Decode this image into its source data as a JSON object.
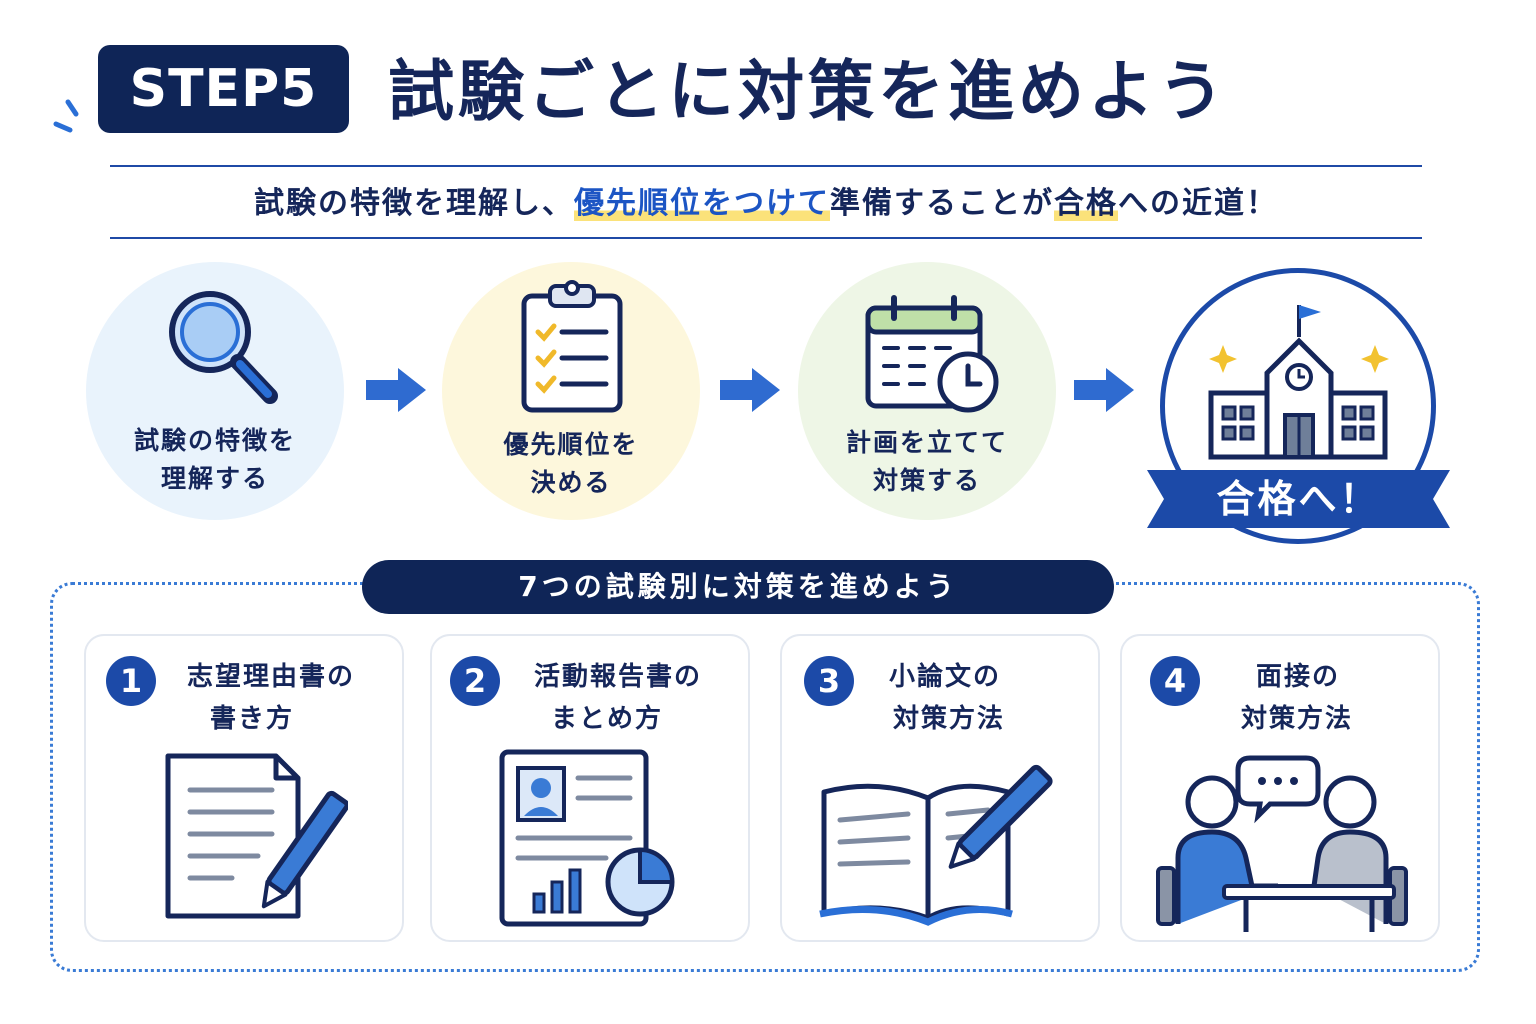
{
  "header": {
    "step_label": "STEP5",
    "title": "試験ごとに対策を進めよう"
  },
  "subtitle": {
    "part1": "試験の特徴を理解し、",
    "highlight1": "優先順位をつけて",
    "part2": "準備することが",
    "highlight2": "合格",
    "part3": "への近道！"
  },
  "flow": {
    "steps": [
      {
        "line1": "試験の特徴を",
        "line2": "理解する",
        "icon": "magnifier-icon",
        "bg": "#e9f3fc"
      },
      {
        "line1": "優先順位を",
        "line2": "決める",
        "icon": "clipboard-checklist-icon",
        "bg": "#fdf7dc"
      },
      {
        "line1": "計画を立てて",
        "line2": "対策する",
        "icon": "calendar-clock-icon",
        "bg": "#eef6e6"
      }
    ],
    "goal": {
      "label": "合格へ！",
      "icon": "school-building-icon"
    }
  },
  "section": {
    "heading": "7つの試験別に対策を進めよう",
    "cards": [
      {
        "num": "1",
        "line1": "志望理由書の",
        "line2": "書き方",
        "icon": "document-pen-icon"
      },
      {
        "num": "2",
        "line1": "活動報告書の",
        "line2": "まとめ方",
        "icon": "report-chart-icon"
      },
      {
        "num": "3",
        "line1": "小論文の",
        "line2": "対策方法",
        "icon": "open-book-pen-icon"
      },
      {
        "num": "4",
        "line1": "面接の",
        "line2": "対策方法",
        "icon": "interview-icon"
      }
    ]
  },
  "colors": {
    "navy": "#0f2557",
    "blue": "#1c4aa8",
    "accent_blue": "#3a7bd5",
    "highlight_yellow": "#fbe27a"
  }
}
